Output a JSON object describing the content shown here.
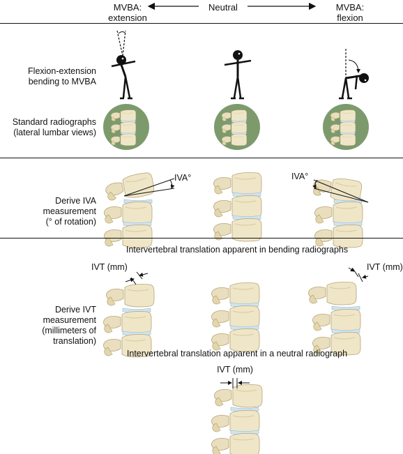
{
  "header": {
    "left": "MVBA:\nextension",
    "center": "Neutral",
    "right": "MVBA:\nflexion"
  },
  "rows": {
    "bending": "Flexion-extension\nbending to MVBA",
    "radiographs": "Standard radiographs\n(lateral lumbar views)",
    "iva": "Derive IVA measurement\n(° of rotation)",
    "ivt": "Derive IVT measurement\n(millimeters of translation)"
  },
  "annotations": {
    "iva_left": "IVA°",
    "iva_right": "IVA°",
    "ivt_left": "IVT (mm)",
    "ivt_right": "IVT (mm)",
    "ivt_neutral": "IVT (mm)"
  },
  "captions": {
    "bending_translation": "Intervertebral translation apparent in bending radiographs",
    "neutral_translation": "Intervertebral translation apparent in a neutral radiograph"
  },
  "colors": {
    "bone": "#efe6c8",
    "bone_shade": "#cdbb8a",
    "disc": "#cfe3f0",
    "circle": "#7d9a6c"
  }
}
